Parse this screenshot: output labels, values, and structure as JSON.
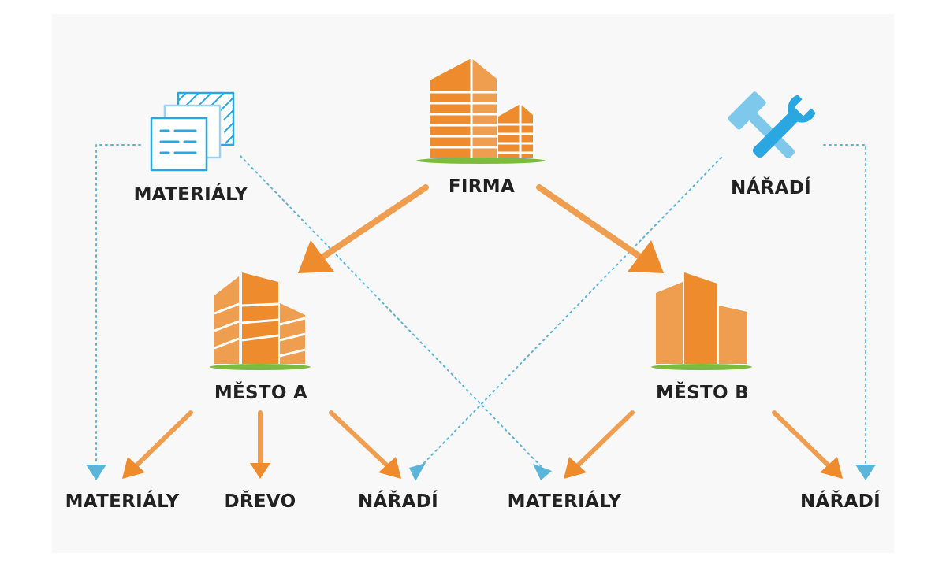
{
  "colors": {
    "orange": "#ee8c2d",
    "orange_light": "#ef9e4f",
    "orange_pale": "#f3b57a",
    "blue": "#2aa7e1",
    "blue_dotted": "#5bb5d9",
    "grass": "#7dbb3c",
    "text": "#222222"
  },
  "nodes": {
    "firma": {
      "label": "FIRMA",
      "icon": "office-towers-icon"
    },
    "materialy_source": {
      "label": "MATERIÁLY",
      "icon": "documents-stack-icon"
    },
    "naradi_source": {
      "label": "NÁŘADÍ",
      "icon": "hammer-wrench-icon"
    },
    "mesto_a": {
      "label": "MĚSTO A",
      "icon": "city-buildings-icon"
    },
    "mesto_b": {
      "label": "MĚSTO B",
      "icon": "city-towers-icon"
    }
  },
  "outputs": [
    {
      "id": "out-1",
      "label": "MATERIÁLY"
    },
    {
      "id": "out-2",
      "label": "DŘEVO"
    },
    {
      "id": "out-3",
      "label": "NÁŘADÍ"
    },
    {
      "id": "out-4",
      "label": "MATERIÁLY"
    },
    {
      "id": "out-5",
      "label": "NÁŘADÍ"
    }
  ]
}
